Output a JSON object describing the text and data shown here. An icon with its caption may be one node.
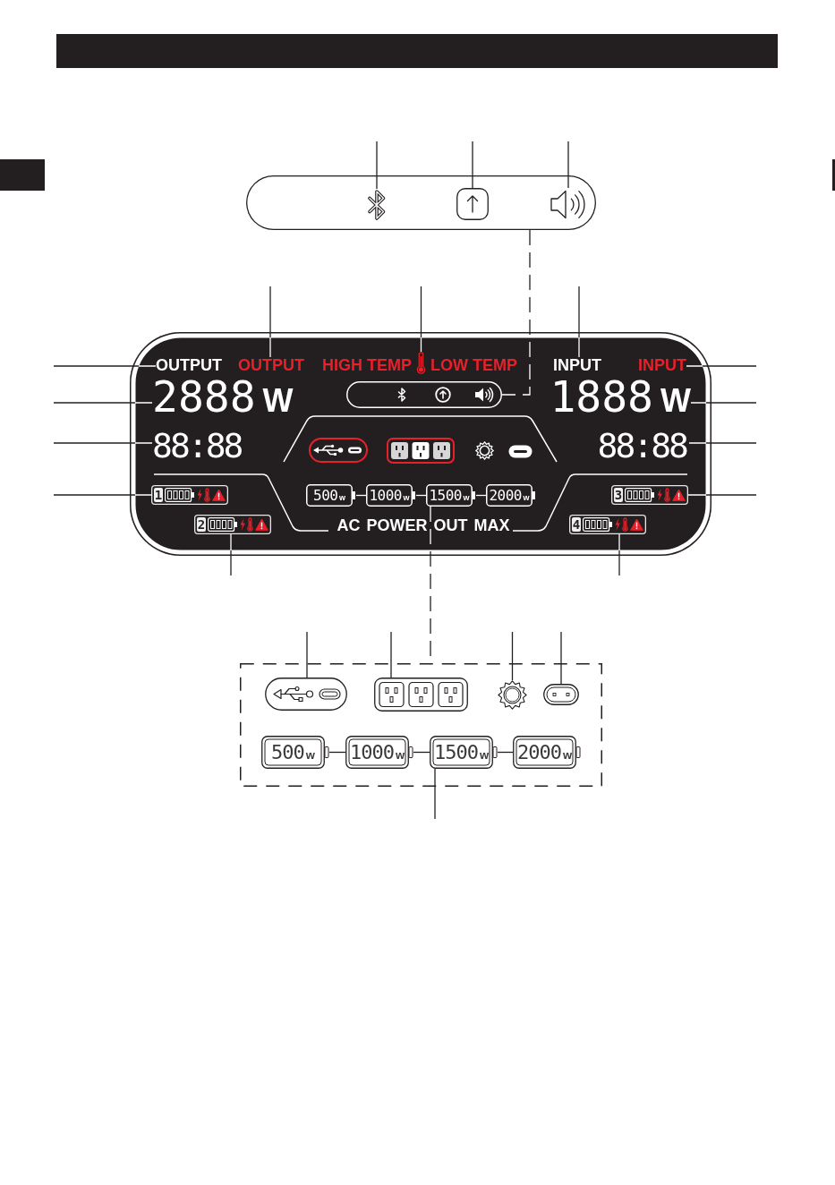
{
  "diagram": {
    "nodes": [
      {
        "text": [],
        "shape": "box"
      },
      {
        "text": [],
        "shape": "picture",
        "in": 0
      },
      {
        "text": [],
        "shape": "picture",
        "in": 0
      },
      {
        "text": [],
        "shape": "picture",
        "in": 0
      },
      {
        "text": [
          "HIGH TEMP",
          "LOW TEMP",
          "AC POWER OUT MAX"
        ]
      },
      {
        "text": [
          "OUTPUT"
        ],
        "in": 4
      },
      {
        "text": [
          "OUTPUT"
        ],
        "in": 4
      },
      {
        "text": [],
        "shape": "picture",
        "in": 4
      },
      {
        "text": [
          "INPUT"
        ],
        "in": 4
      },
      {
        "text": [
          "INPUT"
        ],
        "in": 4
      },
      {
        "text": [
          "2888",
          "W"
        ],
        "in": 4
      },
      {
        "text": [],
        "shape": "box",
        "in": 4
      },
      {
        "text": [
          "1888",
          "W"
        ],
        "in": 4
      },
      {
        "text": [
          "88:88"
        ],
        "in": 4
      },
      {
        "text": [
          "88:88"
        ],
        "in": 4
      },
      {
        "text": [
          "1"
        ],
        "in": 4
      },
      {
        "text": [
          "500",
          "w"
        ],
        "in": 4
      },
      {
        "text": [
          "1000",
          "w"
        ],
        "in": 4
      },
      {
        "text": [
          "1500",
          "w"
        ],
        "in": 4
      },
      {
        "text": [
          "2000",
          "w"
        ],
        "in": 4
      },
      {
        "text": [
          "3"
        ],
        "in": 4
      },
      {
        "text": [
          "2"
        ],
        "in": 4
      },
      {
        "text": [
          "4"
        ],
        "in": 4
      },
      {
        "text": [],
        "shape": "box"
      },
      {
        "text": [],
        "shape": "picture",
        "in": 23
      },
      {
        "text": [],
        "shape": "picture",
        "in": 23
      },
      {
        "text": [],
        "shape": "picture",
        "in": 23
      },
      {
        "text": [],
        "shape": "picture",
        "in": 23
      },
      {
        "text": [
          "500",
          "w"
        ],
        "in": 23
      },
      {
        "text": [
          "1000",
          "w"
        ],
        "in": 23
      },
      {
        "text": [
          "1500",
          "w"
        ],
        "in": 23
      },
      {
        "text": [
          "2000",
          "w"
        ],
        "in": 23
      }
    ],
    "edges": [
      {
        "from": null,
        "to": 1,
        "arrow": "none"
      },
      {
        "from": null,
        "to": 2,
        "arrow": "none"
      },
      {
        "from": null,
        "to": 3,
        "arrow": "none"
      },
      {
        "from": 0,
        "to": 11,
        "arrow": "none",
        "style": "dashed"
      },
      {
        "from": null,
        "to": 5,
        "arrow": "none"
      },
      {
        "from": null,
        "to": 10,
        "arrow": "none"
      },
      {
        "from": null,
        "to": 13,
        "arrow": "none"
      },
      {
        "from": null,
        "to": 15,
        "arrow": "none"
      },
      {
        "from": null,
        "to": 6,
        "arrow": "none"
      },
      {
        "from": null,
        "to": 7,
        "arrow": "none"
      },
      {
        "from": null,
        "to": 8,
        "arrow": "none"
      },
      {
        "from": null,
        "to": 9,
        "arrow": "none"
      },
      {
        "from": null,
        "to": 12,
        "arrow": "none"
      },
      {
        "from": null,
        "to": 14,
        "arrow": "none"
      },
      {
        "from": null,
        "to": 20,
        "arrow": "none"
      },
      {
        "from": null,
        "to": 21,
        "arrow": "none"
      },
      {
        "from": null,
        "to": 22,
        "arrow": "none"
      },
      {
        "from": 16,
        "to": 17,
        "arrow": "none",
        "color": "#ffffff"
      },
      {
        "from": 17,
        "to": 18,
        "arrow": "none",
        "color": "#ffffff"
      },
      {
        "from": 18,
        "to": 19,
        "arrow": "none",
        "color": "#ffffff"
      },
      {
        "from": 18,
        "to": 23,
        "arrow": "none",
        "style": "dashed"
      },
      {
        "from": null,
        "to": 24,
        "arrow": "none"
      },
      {
        "from": null,
        "to": 25,
        "arrow": "none"
      },
      {
        "from": null,
        "to": 26,
        "arrow": "none"
      },
      {
        "from": null,
        "to": 27,
        "arrow": "none"
      },
      {
        "from": 28,
        "to": 29,
        "arrow": "none"
      },
      {
        "from": 29,
        "to": 30,
        "arrow": "none"
      },
      {
        "from": 30,
        "to": 31,
        "arrow": "none"
      },
      {
        "from": null,
        "to": 30,
        "arrow": "none"
      }
    ]
  }
}
